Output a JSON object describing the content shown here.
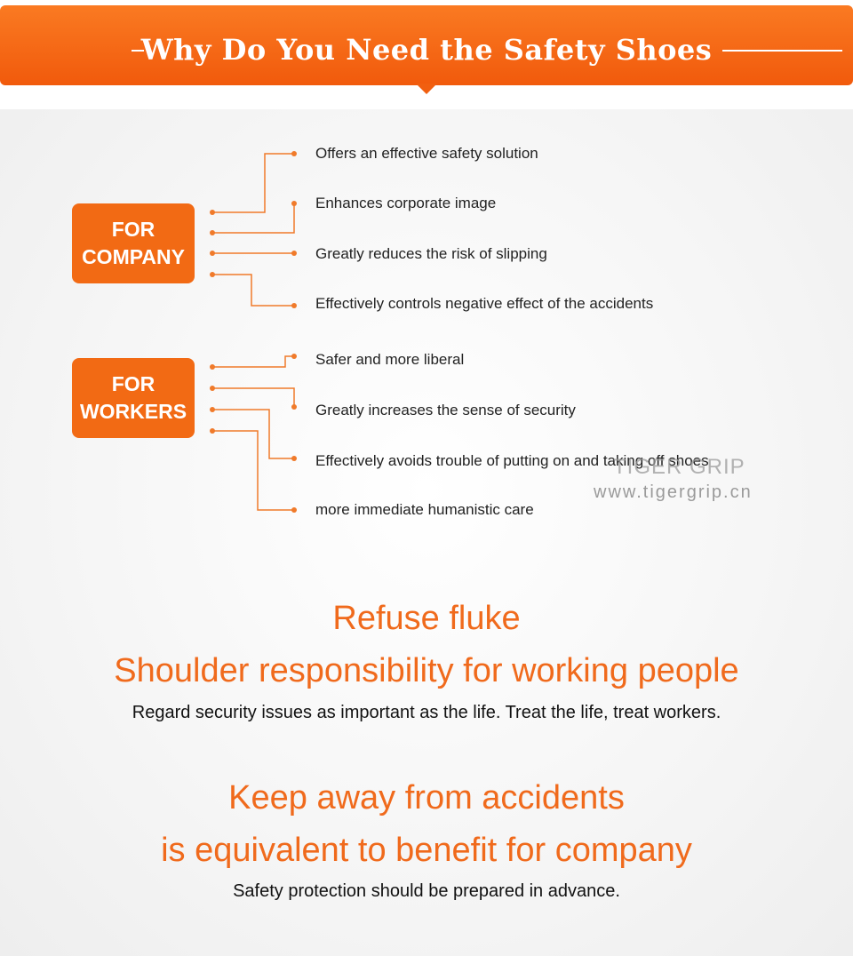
{
  "header": {
    "title": "Why Do You Need the Safety Shoes"
  },
  "company": {
    "label_line1": "FOR",
    "label_line2": "COMPANY",
    "items": [
      "Offers an effective safety solution",
      "Enhances corporate image",
      "Greatly reduces the risk of slipping",
      "Effectively controls negative effect of the accidents"
    ]
  },
  "workers": {
    "label_line1": "FOR",
    "label_line2": "WORKERS",
    "items": [
      "Safer and more liberal",
      "Greatly increases the sense of security",
      "Effectively avoids trouble of putting on and taking off shoes",
      "more immediate humanistic care"
    ]
  },
  "watermark": {
    "brand": "TIGER GRIP",
    "url": "www.tigergrip.cn"
  },
  "slogans": [
    {
      "line1": "Refuse fluke",
      "line2": "Shoulder responsibility for working people",
      "sub": "Regard security issues as important as the life. Treat the life, treat workers."
    },
    {
      "line1": "Keep away from accidents",
      "line2": "is equivalent to benefit for company",
      "sub": "Safety protection should be prepared in advance."
    }
  ],
  "colors": {
    "accent": "#f26a14",
    "slogan": "#f06a1c",
    "text": "#222222"
  }
}
